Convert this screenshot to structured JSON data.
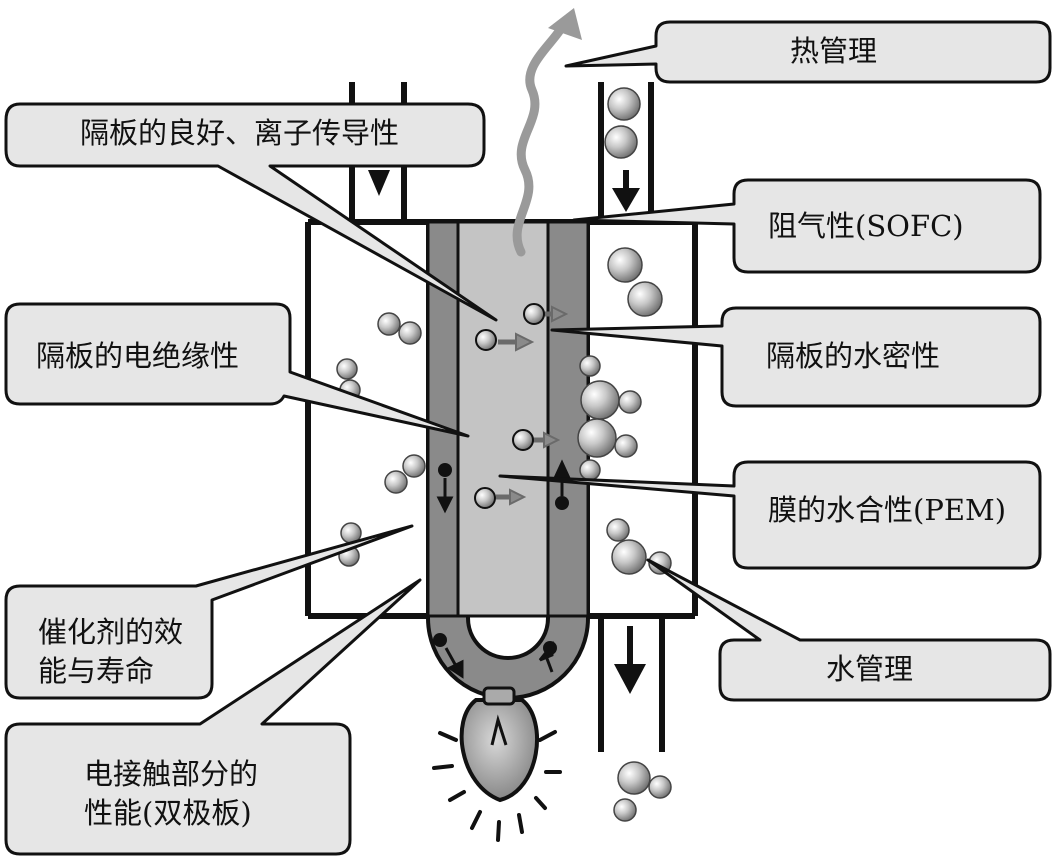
{
  "callouts": {
    "heat_management": "热管理",
    "separator_ion_conductivity": "隔板的良好、离子传导性",
    "gas_barrier": "阻气性(SOFC)",
    "separator_electrical_insulation": "隔板的电绝缘性",
    "separator_water_tightness": "隔板的水密性",
    "membrane_hydration": "膜的水合性(PEM)",
    "catalyst_line1": "催化剂的效",
    "catalyst_line2": "能与寿命",
    "water_management": "水管理",
    "contact_line1": "电接触部分的",
    "contact_line2": "性能(双极板)"
  },
  "colors": {
    "outline": "#111111",
    "bubble_fill": "#e6e6e6",
    "electrode_fill": "#8a8a8a",
    "membrane_fill": "#c4c4c4",
    "heat_arrow": "#9a9a9a",
    "background": "#ffffff"
  },
  "icons": {
    "bulb": "light-bulb-icon",
    "molecule": "gas-molecule-icon",
    "electron": "electron-icon"
  }
}
